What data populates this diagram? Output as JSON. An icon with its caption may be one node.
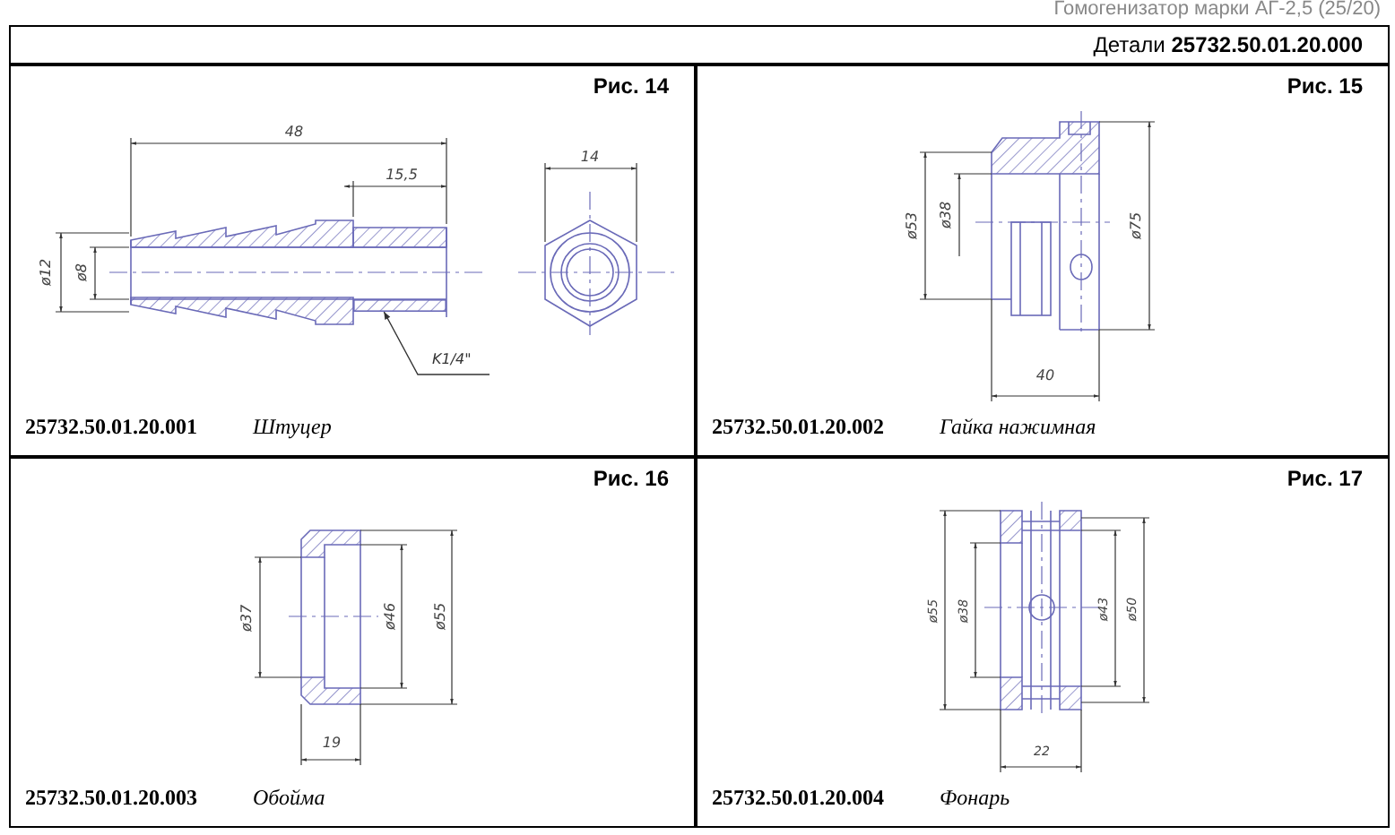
{
  "diagram": {
    "nodes": [
      {
        "text": [
          "Детали **25732.50.01.20.000**"
        ]
      },
      {
        "text": [
          "Рис. 14",
          "25732.50.01.20.001",
          "Штуцер"
        ]
      },
      {
        "text": [
          "Рис. 15",
          "25732.50.01.20.002",
          "Гайка нажимная"
        ]
      },
      {
        "text": [
          "Рис. 16",
          "25732.50.01.20.003",
          "Обойма"
        ]
      },
      {
        "text": [
          "Рис. 17",
          "25732.50.01.20.004",
          "Фонарь"
        ]
      },
      {
        "text": [
          "K1/4\""
        ],
        "in": 1
      },
      {
        "text": [],
        "shape": "box",
        "in": 1
      }
    ],
    "edges": [
      {
        "from": 5,
        "to": 6,
        "arrow": "to"
      }
    ],
    "labels": [
      "Гомогенизатор марки АГ-2,5 (25/20)",
      "48",
      "15,5",
      "ø12",
      "ø8",
      "14",
      "ø53",
      "ø38",
      "ø75",
      "40",
      "ø37",
      "ø46",
      "ø55",
      "19",
      "ø55",
      "ø38",
      "ø43",
      "ø50",
      "22"
    ]
  }
}
